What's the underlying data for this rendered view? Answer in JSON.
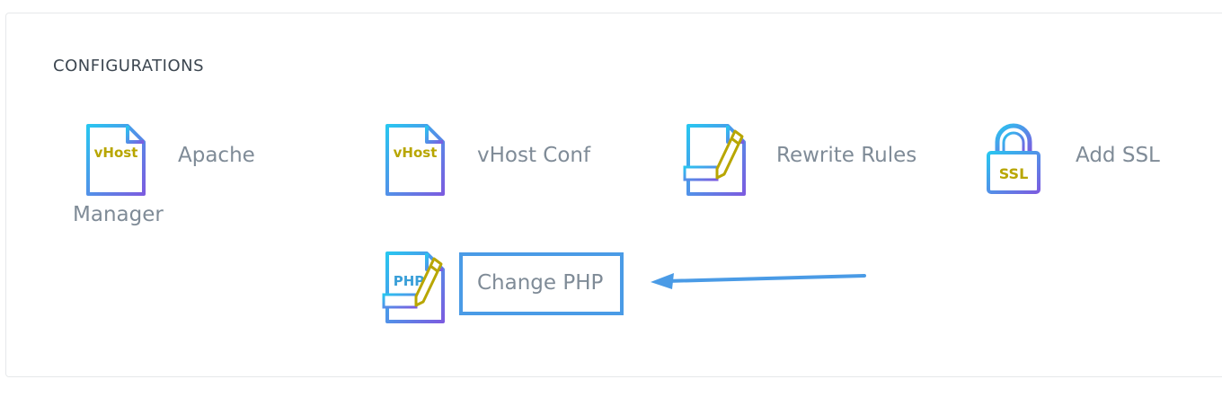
{
  "section": {
    "title": "CONFIGURATIONS"
  },
  "tiles": {
    "apache_manager": {
      "label_line1": "Apache",
      "label_line2": "Manager",
      "icon_text": "vHost"
    },
    "vhost_conf": {
      "label": "vHost Conf",
      "icon_text": "vHost"
    },
    "rewrite_rules": {
      "label": "Rewrite Rules"
    },
    "add_ssl": {
      "label": "Add SSL",
      "icon_text": "SSL"
    },
    "change_php": {
      "label": "Change PHP",
      "icon_text": "PHP"
    }
  },
  "colors": {
    "gradient_start": "#28c6f0",
    "gradient_end": "#7b5ce0",
    "icon_accent": "#b8a600",
    "highlight": "#4a9be6",
    "label": "#7f8b97"
  },
  "icons": {
    "apache_manager": "vhost-file-icon",
    "vhost_conf": "vhost-file-icon",
    "rewrite_rules": "document-pencil-icon",
    "add_ssl": "ssl-lock-icon",
    "change_php": "php-file-pencil-icon"
  }
}
